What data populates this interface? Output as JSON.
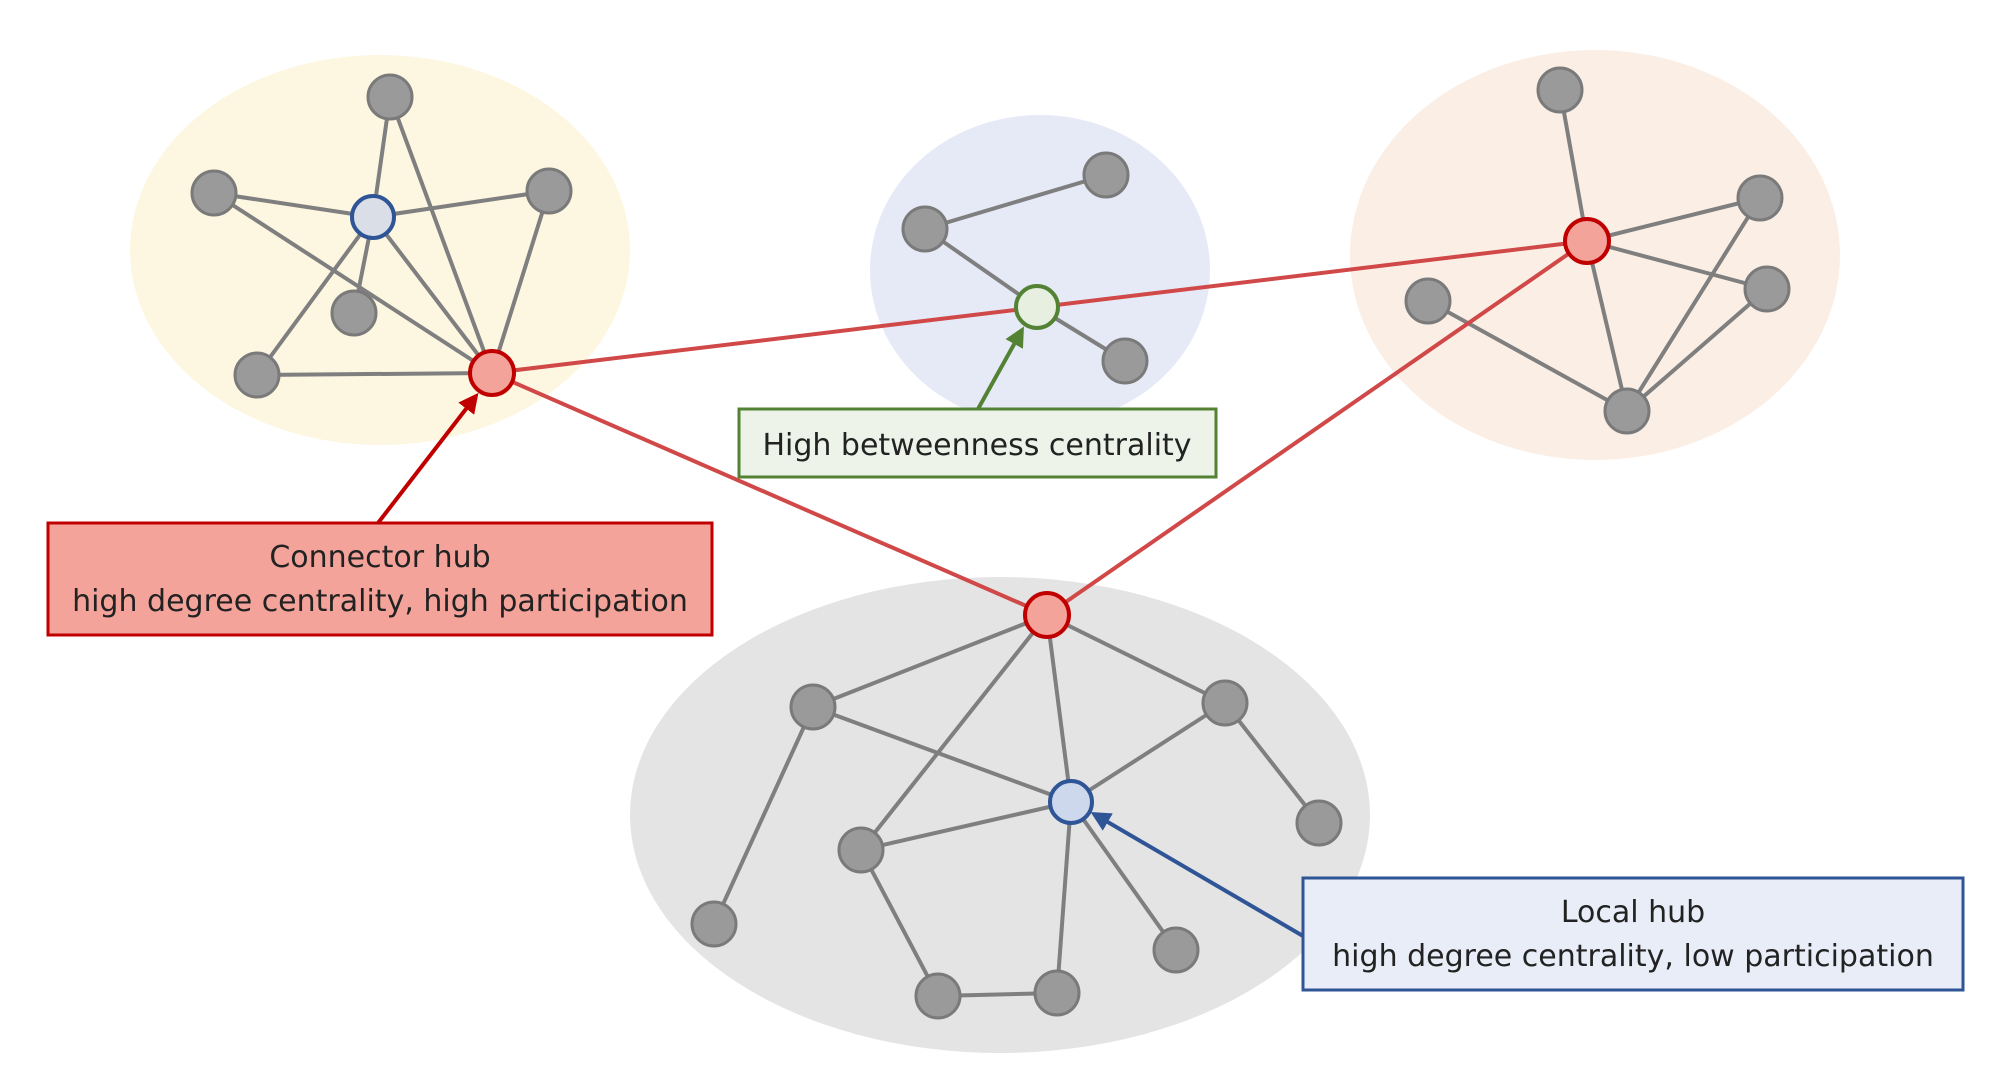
{
  "colors": {
    "module_yellow": "#fdf6e1",
    "module_blue": "#e6eaf7",
    "module_peach": "#fbeee5",
    "module_gray": "#e4e4e4",
    "node_gray": "#9a9a9a",
    "node_stroke": "#7a7a7a",
    "edge_gray": "#7f7f7f",
    "connector_fill": "#f4a39a",
    "connector_stroke": "#c00000",
    "connector_edge": "#d04848",
    "between_fill": "#e6efe0",
    "between_stroke": "#548235",
    "local_fill": "#cdd8ec",
    "local_stroke": "#2f5597"
  },
  "labels": {
    "betweenness": "High betweenness centrality",
    "connector_title": "Connector hub",
    "connector_desc": "high degree centrality, high participation",
    "local_title": "Local hub",
    "local_desc": "high degree centrality, low participation"
  }
}
